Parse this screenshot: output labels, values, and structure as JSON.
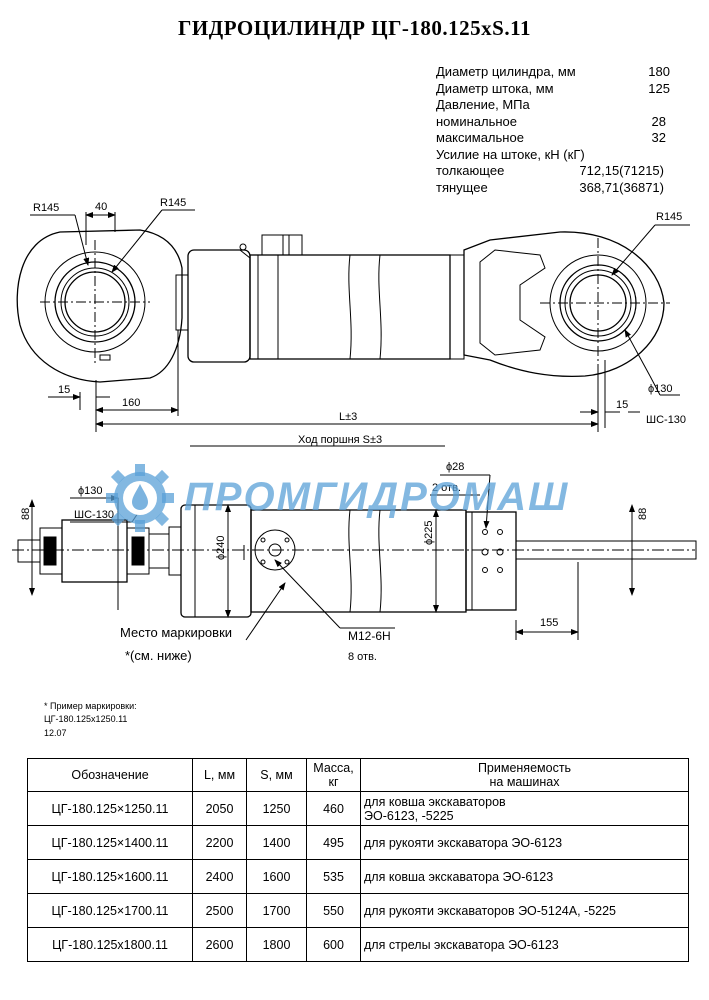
{
  "title": "ГИДРОЦИЛИНДР ЦГ-180.125хS.11",
  "specs": [
    {
      "label": "Диаметр цилиндра, мм",
      "value": "180"
    },
    {
      "label": "Диаметр штока, мм",
      "value": "125"
    },
    {
      "label": "Давление, МПа",
      "value": ""
    },
    {
      "label": "номинальное",
      "value": "28"
    },
    {
      "label": "максимальное",
      "value": "32"
    },
    {
      "label": "Усилие на штоке, кН (кГ)",
      "value": ""
    },
    {
      "label": "толкающее",
      "value": "712,15(71215)"
    },
    {
      "label": "тянущее",
      "value": "368,71(36871)"
    }
  ],
  "dims": {
    "r145_a": "R145",
    "d40": "40",
    "r145_b": "R145",
    "r145_c": "R145",
    "d15_left": "15",
    "d160": "160",
    "l3": "L±3",
    "d15_right": "15",
    "phi130_top": "ϕ130",
    "shs130_top": "ШС-130",
    "stroke": "Ход поршня S±3",
    "phi28": "ϕ28",
    "holes2": "2 отв.",
    "d88_left": "88",
    "phi130_bottom": "ϕ130",
    "shs130_bottom": "ШС-130",
    "phi240": "ϕ240",
    "phi225": "ϕ225",
    "d88_right": "88",
    "d155": "155",
    "m12": "М12-6Н",
    "holes8": "8 отв.",
    "marking_place": "Место маркировки",
    "marking_ref": "*(см. ниже)"
  },
  "logo_text": "ПРОМГИДРОМАШ",
  "note": {
    "line1": "* Пример маркировки:",
    "line2": "ЦГ-180.125х1250.11",
    "line3": "12.07"
  },
  "table": {
    "headers": {
      "designation": "Обозначение",
      "length": "L, мм",
      "stroke": "S, мм",
      "mass_line1": "Масса,",
      "mass_line2": "кг",
      "usage_line1": "Применяемость",
      "usage_line2": "на машинах"
    },
    "rows": [
      {
        "designation": "ЦГ-180.125×1250.11",
        "length": "2050",
        "stroke": "1250",
        "mass": "460",
        "usage1": "для ковша экскаваторов",
        "usage2": "ЭО-6123, -5225"
      },
      {
        "designation": "ЦГ-180.125×1400.11",
        "length": "2200",
        "stroke": "1400",
        "mass": "495",
        "usage1": "для рукояти экскаватора ЭО-6123",
        "usage2": ""
      },
      {
        "designation": "ЦГ-180.125×1600.11",
        "length": "2400",
        "stroke": "1600",
        "mass": "535",
        "usage1": "для ковша экскаватора ЭО-6123",
        "usage2": ""
      },
      {
        "designation": "ЦГ-180.125×1700.11",
        "length": "2500",
        "stroke": "1700",
        "mass": "550",
        "usage1": "для рукояти экскаваторов ЭО-5124А, -5225",
        "usage2": ""
      },
      {
        "designation": "ЦГ-180.125х1800.11",
        "length": "2600",
        "stroke": "1800",
        "mass": "600",
        "usage1": "для стрелы экскаватора ЭО-6123",
        "usage2": ""
      }
    ]
  }
}
